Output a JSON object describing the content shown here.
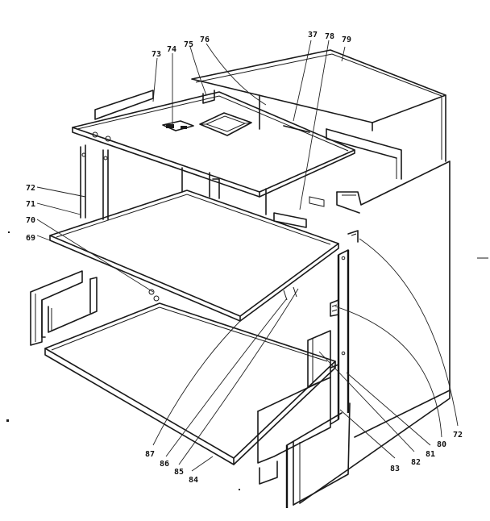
{
  "callouts": [
    {
      "id": "c73",
      "text": "73"
    },
    {
      "id": "c74",
      "text": "74"
    },
    {
      "id": "c75",
      "text": "75"
    },
    {
      "id": "c76",
      "text": "76"
    },
    {
      "id": "c37",
      "text": "37"
    },
    {
      "id": "c78",
      "text": "78"
    },
    {
      "id": "c79",
      "text": "79"
    },
    {
      "id": "c72a",
      "text": "72"
    },
    {
      "id": "c71",
      "text": "71"
    },
    {
      "id": "c70",
      "text": "70"
    },
    {
      "id": "c69",
      "text": "69"
    },
    {
      "id": "c87",
      "text": "87"
    },
    {
      "id": "c86",
      "text": "86"
    },
    {
      "id": "c85",
      "text": "85"
    },
    {
      "id": "c84",
      "text": "84"
    },
    {
      "id": "c83",
      "text": "83"
    },
    {
      "id": "c82",
      "text": "82"
    },
    {
      "id": "c81",
      "text": "81"
    },
    {
      "id": "c80",
      "text": "80"
    },
    {
      "id": "c72b",
      "text": "72"
    }
  ]
}
